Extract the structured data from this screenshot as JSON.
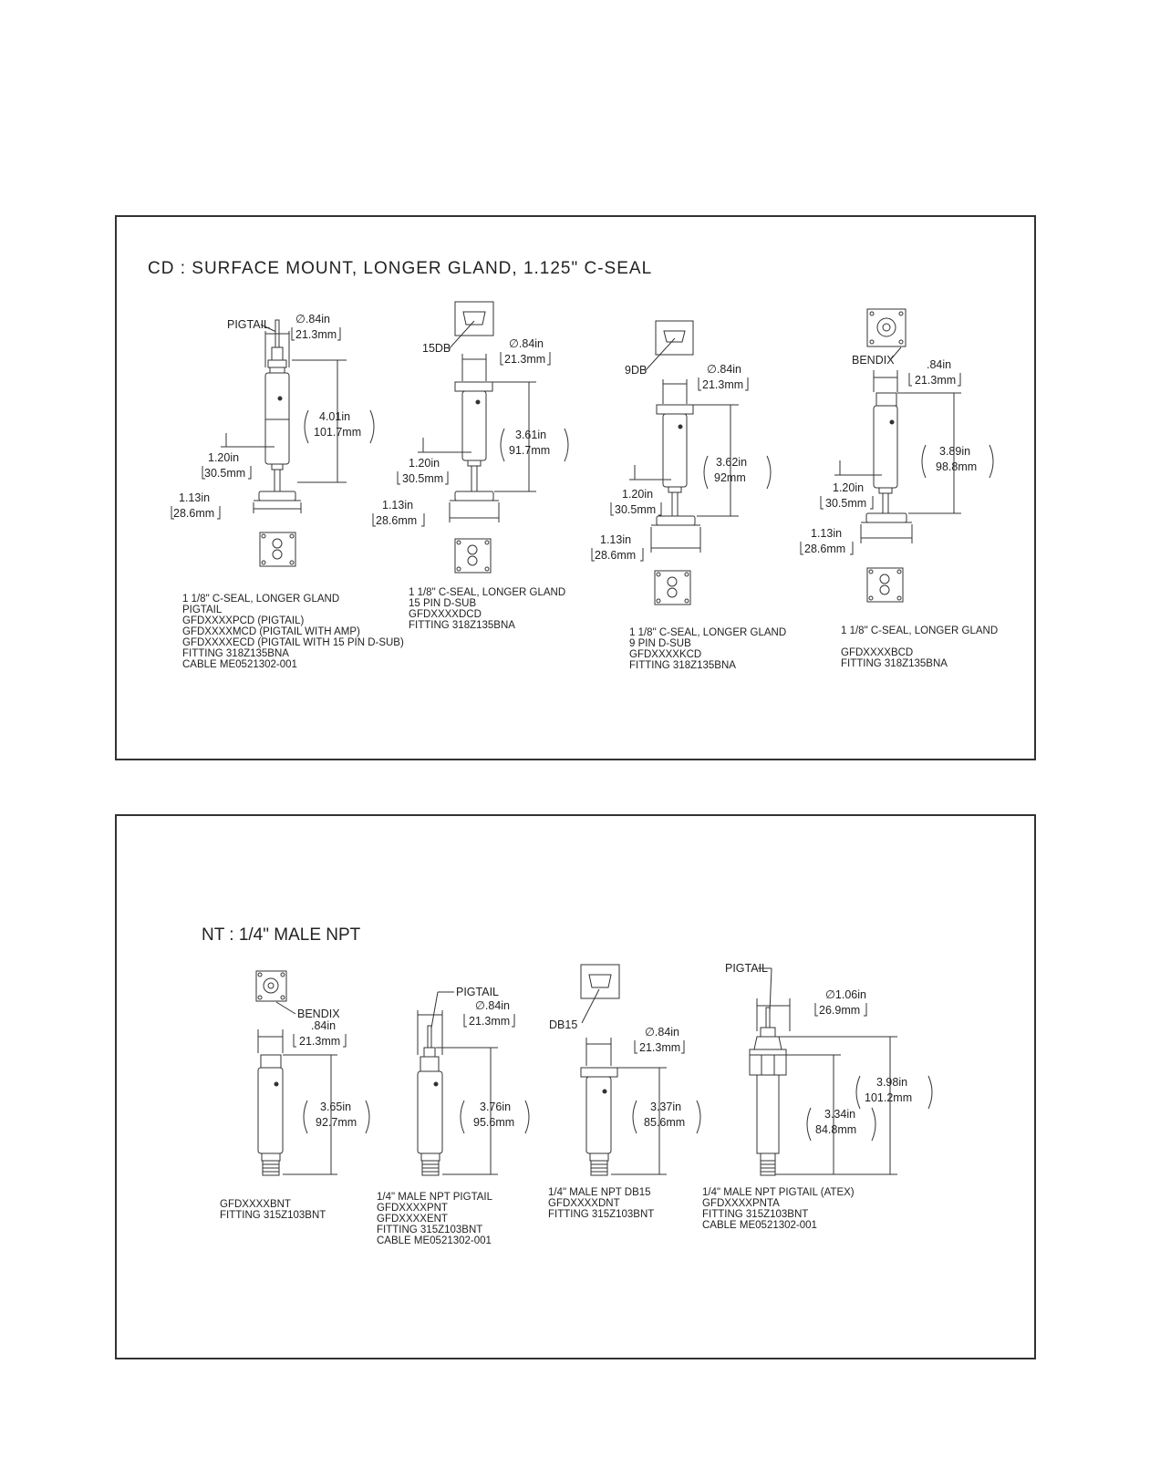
{
  "panel1": {
    "title": "CD : SURFACE MOUNT, LONGER GLAND, 1.125\" C-SEAL",
    "units": [
      {
        "callout": "PIGTAIL",
        "dia": "∅.84in",
        "dia_mm": "21.3mm",
        "len": "4.01in",
        "len_mm": "101.7mm",
        "gland": "1.20in",
        "gland_mm": "30.5mm",
        "base": "1.13in",
        "base_mm": "28.6mm",
        "caption": [
          "1 1/8\" C-SEAL, LONGER GLAND",
          " PIGTAIL",
          "GFDXXXXPCD (PIGTAIL)",
          "GFDXXXXMCD (PIGTAIL WITH AMP)",
          "GFDXXXXECD (PIGTAIL WITH 15 PIN D-SUB)",
          "FITTING 318Z135BNA",
          "CABLE ME0521302-001"
        ]
      },
      {
        "callout": "15DB",
        "dia": "∅.84in",
        "dia_mm": "21.3mm",
        "len": "3.61in",
        "len_mm": "91.7mm",
        "gland": "1.20in",
        "gland_mm": "30.5mm",
        "base": "1.13in",
        "base_mm": "28.6mm",
        "caption": [
          "1 1/8\" C-SEAL, LONGER GLAND",
          "15 PIN D-SUB",
          "GFDXXXXDCD",
          "FITTING 318Z135BNA"
        ]
      },
      {
        "callout": "9DB",
        "dia": "∅.84in",
        "dia_mm": "21.3mm",
        "len": "3.62in",
        "len_mm": "92mm",
        "gland": "1.20in",
        "gland_mm": "30.5mm",
        "base": "1.13in",
        "base_mm": "28.6mm",
        "caption": [
          "1 1/8\" C-SEAL, LONGER GLAND",
          "9 PIN D-SUB",
          "GFDXXXXKCD",
          "FITTING 318Z135BNA"
        ]
      },
      {
        "callout": "BENDIX",
        "dia": ".84in",
        "dia_mm": "21.3mm",
        "len": "3.89in",
        "len_mm": "98.8mm",
        "gland": "1.20in",
        "gland_mm": "30.5mm",
        "base": "1.13in",
        "base_mm": "28.6mm",
        "caption": [
          "1 1/8\" C-SEAL, LONGER GLAND",
          "",
          "GFDXXXXBCD",
          "FITTING 318Z135BNA"
        ]
      }
    ]
  },
  "panel2": {
    "title": "NT : 1/4\" MALE NPT",
    "units": [
      {
        "callout": "BENDIX",
        "dia": ".84in",
        "dia_mm": "21.3mm",
        "len": "3.65in",
        "len_mm": "92.7mm",
        "caption": [
          "GFDXXXXBNT",
          "FITTING 315Z103BNT"
        ]
      },
      {
        "callout": "PIGTAIL",
        "dia": "∅.84in",
        "dia_mm": "21.3mm",
        "len": "3.76in",
        "len_mm": "95.6mm",
        "caption": [
          "1/4\" MALE NPT PIGTAIL",
          "GFDXXXXPNT",
          "GFDXXXXENT",
          "FITTING 315Z103BNT",
          "CABLE ME0521302-001"
        ]
      },
      {
        "callout": "DB15",
        "dia": "∅.84in",
        "dia_mm": "21.3mm",
        "len": "3.37in",
        "len_mm": "85.6mm",
        "caption": [
          "1/4\" MALE NPT DB15",
          "GFDXXXXDNT",
          "FITTING 315Z103BNT"
        ]
      },
      {
        "callout": "PIGTAIL",
        "dia": "∅1.06in",
        "dia_mm": "26.9mm",
        "len": "3.98in",
        "len_mm": "101.2mm",
        "len2": "3.34in",
        "len2_mm": "84.8mm",
        "caption": [
          "1/4\" MALE NPT PIGTAIL (ATEX)",
          "GFDXXXXPNTA",
          "FITTING 315Z103BNT",
          "CABLE ME0521302-001"
        ]
      }
    ]
  }
}
